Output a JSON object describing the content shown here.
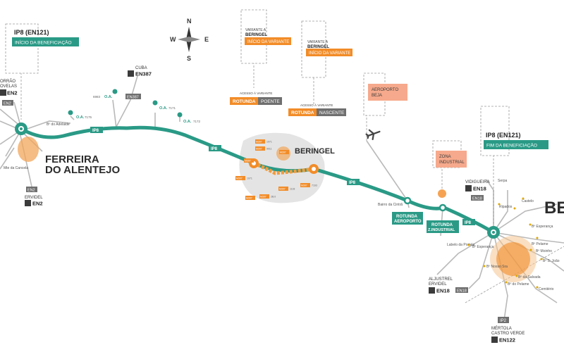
{
  "ip8_start": {
    "title": "IP8 (EN121)",
    "subtitle": "INÍCIO DA BENEFICIAÇÃO"
  },
  "ip8_end": {
    "title": "IP8 (EN121)",
    "subtitle": "FIM DA BENEFICIAÇÃO"
  },
  "variante_poente_box": {
    "line1": "VARIANTE A",
    "line2": "BERINGEL",
    "tag": "INÍCIO DA VARIANTE"
  },
  "variante_nascente_box": {
    "line1": "VARIANTE A",
    "line2": "BERINGEL",
    "tag": "INÍCIO DA VARIANTE"
  },
  "aeroporto_box": {
    "line1": "AEROPORTO",
    "line2": "BEJA"
  },
  "zona_box": {
    "line1": "ZONA",
    "line2": "INDUSTRIAL"
  },
  "compass": {
    "n": "N",
    "s": "S",
    "e": "E",
    "w": "W"
  },
  "towns": {
    "ferreira_1": "FERREIRA",
    "ferreira_2": "DO ALENTEJO",
    "beringel": "BERINGEL",
    "beja": "BE"
  },
  "rotundas": {
    "poente": {
      "caption": "ACESSO À VARIANTE",
      "a": "ROTUNDA",
      "b": "POENTE"
    },
    "nascente": {
      "caption": "ACESSO À VARIANTE",
      "a": "ROTUNDA",
      "b": "NASCENTE"
    },
    "aeroporto": {
      "a": "ROTUNDA",
      "b": "AEROPORTO"
    },
    "industrial": {
      "a": "ROTUNDA",
      "b": "Z.INDUSTRIAL"
    }
  },
  "route_labels": {
    "ip8_a": "IP8",
    "ip8_b": "IP8",
    "ip8_c": "IP8",
    "ip8_d": "IP8"
  },
  "left_roads": {
    "torrao_1": "ORRÃO",
    "torrao_2": "OVELAS",
    "en2_top": "EN2",
    "en2_mid": "EN2",
    "en2_low": "EN2",
    "ervidel": "ERVIDEL",
    "en2_bottom": "EN2"
  },
  "cuba": {
    "name": "CUBA",
    "road": "EN387"
  },
  "en387_lower": "EN387",
  "oa_labels": {
    "oa1": "O.A.",
    "oa1_n": "7175",
    "oa2": "O.A.",
    "oa2_n": "6983",
    "oa3": "O.A.",
    "oa3_n": "7171",
    "oa4": "O.A.",
    "oa4_n": "7172"
  },
  "right_roads": {
    "vidigueira": "VIDIGUEIRA",
    "en18_top": "EN18",
    "en18_small": "EN18",
    "aljustrel_1": "ALJUSTREL",
    "aljustrel_2": "ERVIDEL",
    "en18_left": "EN18",
    "en18_b": "EN18",
    "ip2": "IP2",
    "mertola_1": "MÉRTOLA",
    "mertola_2": "CASTRO VERDE",
    "en122": "EN122"
  },
  "tiny_labels": {
    "ferreira_bairro": "Bº do Adelaide",
    "mata_cadeira": "Mte da Cancela",
    "beja_serpa": "Serpa",
    "beja_brinches": "Bº Esperança",
    "beja_lado": "Bº Pelame",
    "beja_cemiterio": "Castelo",
    "industrial_lbl": "Labelo da Portela",
    "aeroporto_lbl": "Bairro da Cintrã",
    "beja_a": "Bº Esperança",
    "beja_b": "Bº do Pelame",
    "beja_c": "Bº da Salvada",
    "beja_d": "Bº Moinho",
    "beja_e": "Bº Nosso Sra",
    "beja_f": "Ripados",
    "beja_g": "Bº S. João",
    "beja_h": "Cemitério"
  },
  "beringel_codes": {
    "c1": "M307",
    "c2": "M307",
    "c3": "M307",
    "c4": "M307",
    "c5": "M307",
    "c6": "M307",
    "c7": "M307",
    "c8": "M307",
    "c9": "M307",
    "n1": "1071",
    "n2": "1071",
    "n3": "9011",
    "n4": "2B.0",
    "n5": "1118",
    "n6": "7193"
  },
  "colors": {
    "teal": "#2a9a86",
    "orange": "#f28c28",
    "gray_box": "#6f6f6f",
    "dark_tag": "#3b3b3b",
    "airport_box": "#f6a98c"
  }
}
